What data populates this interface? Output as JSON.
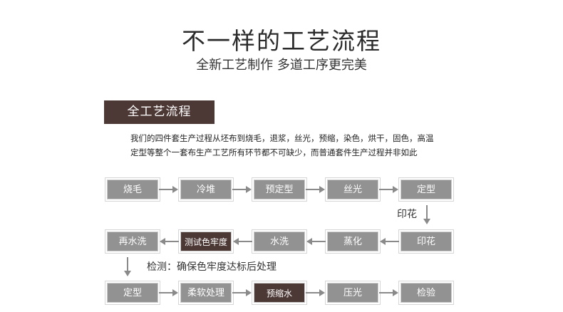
{
  "header": {
    "title": "不一样的工艺流程",
    "subtitle": "全新工艺制作  多道工序更完美"
  },
  "section": {
    "tag": "全工艺流程",
    "description_line1": "我们的四件套生产过程从坯布到烧毛，退浆，丝光，预缩，染色，烘干，固色，高温",
    "description_line2": "定型等整个一套布生产工艺所有环节都不可缺少，而普通套件生产过程并非如此"
  },
  "flow": {
    "row1": [
      "烧毛",
      "冷堆",
      "预定型",
      "丝光",
      "定型"
    ],
    "row2": [
      "再水洗",
      "测试色牢度",
      "水洗",
      "蒸化",
      "印花"
    ],
    "row3": [
      "定型",
      "柔软处理",
      "预缩水",
      "压光",
      "检验"
    ],
    "label_down_right": "印花",
    "label_down_left": "检测：确保色牢度达标后处理",
    "highlight_color": "#4c3835",
    "box_color": "#929292"
  }
}
